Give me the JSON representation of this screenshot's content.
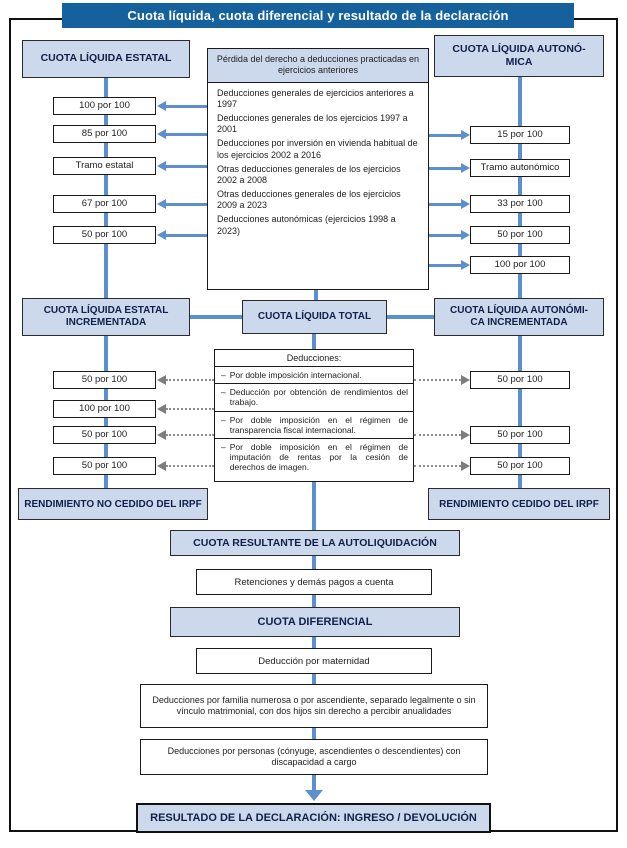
{
  "title": "Cuota líquida, cuota diferencial y resultado de la declaración",
  "headers": {
    "estatal": "CUOTA LÍQUIDA ESTATAL",
    "autonomica": "CUOTA LÍQUIDA AUTONÓ-\nMICA"
  },
  "loss_panel": {
    "header": "Pérdida del derecho a deducciones practicadas en ejercicios anteriores",
    "items": [
      "Deducciones generales de ejercicios anteriores a 1997",
      "Deducciones generales de los ejercicios 1997 a 2001",
      "Deducciones por inversión en vivienda habitual de los ejercicios 2002 a 2016",
      "Otras deducciones generales de los ejercicios 2002 a 2008",
      "Otras deducciones generales de los ejercicios 2009 a 2023",
      "Deducciones autonómicas (ejercicios 1998 a 2023)"
    ]
  },
  "left_percentages": [
    "100 por 100",
    "85 por 100",
    "Tramo estatal",
    "67 por 100",
    "50 por 100"
  ],
  "right_percentages": [
    "15 por 100",
    "Tramo autonómico",
    "33 por 100",
    "50 por 100",
    "100 por 100"
  ],
  "increment_row": {
    "estatal": "CUOTA LÍQUIDA ESTATAL\nINCREMENTADA",
    "total": "CUOTA LÍQUIDA TOTAL",
    "autonomica": "CUOTA LÍQUIDA AUTONÓMI-\nCA INCREMENTADA"
  },
  "deductions_panel": {
    "header": "Deducciones:",
    "items": [
      "Por doble imposición internacional.",
      "Deducción por obtención de rendimientos del trabajo.",
      "Por doble imposición en el régimen de transparencia fiscal internacional.",
      "Por doble imposición en el régimen de imputación de rentas por la cesión de derechos de imagen."
    ],
    "dash": "–"
  },
  "left_lower_percentages": [
    "50 por 100",
    "100 por 100",
    "50 por 100",
    "50 por 100"
  ],
  "right_lower_percentages": [
    "50 por 100",
    "50 por 100",
    "50 por 100"
  ],
  "yield_row": {
    "no_cedido": "RENDIMIENTO NO CEDIDO DEL IRPF",
    "cedido": "RENDIMIENTO CEDIDO DEL IRPF"
  },
  "bottom_chain": {
    "resultante": "CUOTA RESULTANTE DE LA AUTOLIQUIDACIÓN",
    "retenciones": "Retenciones y demás pagos a cuenta",
    "diferencial": "CUOTA DIFERENCIAL",
    "maternidad": "Deducción por maternidad",
    "familia": "Deducciones por familia numerosa o por ascendiente, separado legalmente o sin vínculo matrimonial, con dos hijos sin derecho a percibir anualidades",
    "discapacidad": "Deducciones por personas (cónyuge, ascendientes o descendientes) con discapacidad a cargo",
    "resultado": "RESULTADO DE LA DECLARACIÓN: INGRESO / DEVOLUCIÓN"
  },
  "colors": {
    "title_bar": "#15619d",
    "box_fill": "#ccd8ec",
    "connector": "#5b8fce",
    "dotted_arrow": "#8d8d8d",
    "border": "#111111"
  }
}
